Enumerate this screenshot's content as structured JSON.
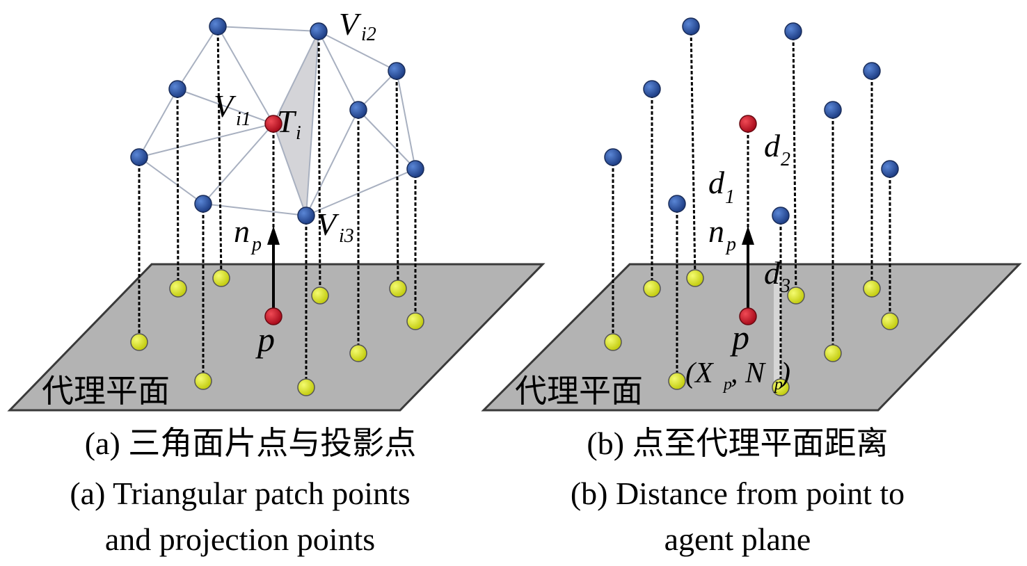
{
  "panel_a": {
    "plane_label": "代理平面",
    "label_vi2": "V",
    "label_vi2_sub": "i2",
    "label_vi1": "V",
    "label_vi1_sub": "i1",
    "label_ti": "T",
    "label_ti_sub": "i",
    "label_vi3": "V",
    "label_vi3_sub": "i3",
    "label_np": "n",
    "label_np_sub": "p",
    "label_p": "p",
    "caption_cn": "(a) 三角面片点与投影点",
    "caption_en_line1": "(a) Triangular patch points",
    "caption_en_line2": "and projection points"
  },
  "panel_b": {
    "plane_label": "代理平面",
    "label_d1": "d",
    "label_d1_sub": "1",
    "label_d2": "d",
    "label_d2_sub": "2",
    "label_d3": "d",
    "label_d3_sub": "3",
    "label_np": "n",
    "label_np_sub": "p",
    "label_p": "p",
    "label_xn": "(X",
    "label_xn_sub": "p",
    "label_xn_mid": ", N",
    "label_xn_sub2": "p",
    "label_xn_end": ")",
    "caption_cn": "(b) 点至代理平面距离",
    "caption_en_line1": "(b) Distance from point to",
    "caption_en_line2": "agent plane"
  },
  "colors": {
    "plane": "#b3b3b3",
    "blue_point": "#2e57a8",
    "red_point": "#d0152b",
    "yellow_point": "#dde82a",
    "mesh_line": "#a8b0c0",
    "triangle_fill": "#d4d4d8"
  }
}
